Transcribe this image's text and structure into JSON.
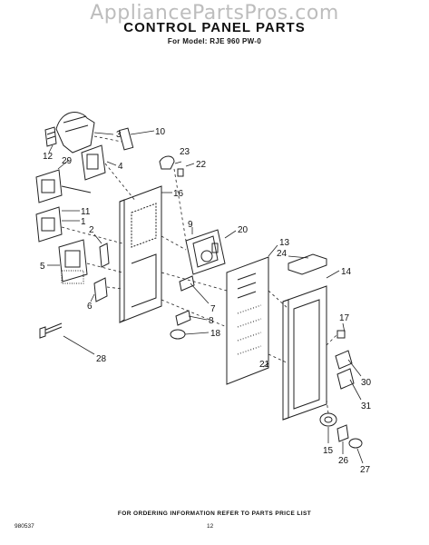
{
  "watermark": "AppliancePartsPros.com",
  "title": "CONTROL PANEL PARTS",
  "subtitle": "For Model: RJE 960 PW-0",
  "footer_note": "FOR ORDERING INFORMATION REFER TO PARTS PRICE LIST",
  "doc_number": "980537",
  "page_number": "12",
  "callouts": {
    "c1": "1",
    "c2": "2",
    "c3": "3",
    "c4": "4",
    "c5": "5",
    "c6": "6",
    "c7": "7",
    "c8": "8",
    "c9": "9",
    "c10": "10",
    "c11": "11",
    "c12": "12",
    "c13": "13",
    "c14": "14",
    "c15": "15",
    "c16": "16",
    "c17": "17",
    "c18": "18",
    "c20": "20",
    "c21": "21",
    "c22": "22",
    "c23": "23",
    "c24": "24",
    "c26": "26",
    "c27": "27",
    "c28": "28",
    "c29": "29",
    "c30": "30",
    "c31": "31"
  }
}
